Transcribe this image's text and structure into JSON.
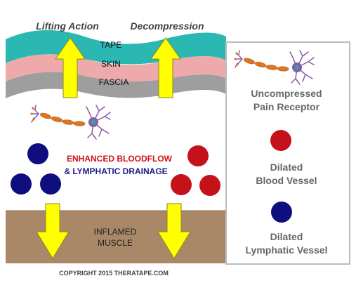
{
  "arrows": {
    "lifting_action": "Lifting Action",
    "decompression": "Decompression"
  },
  "layers": {
    "tape": "TAPE",
    "skin": "SKIN",
    "fascia": "FASCIA",
    "muscle_line1": "INFLAMED",
    "muscle_line2": "MUSCLE"
  },
  "center": {
    "line1": "ENHANCED BLOODFLOW",
    "line2": "& LYMPHATIC DRAINAGE"
  },
  "legend": {
    "receptor_line1": "Uncompressed",
    "receptor_line2": "Pain Receptor",
    "blood_line1": "Dilated",
    "blood_line2": "Blood Vessel",
    "lymph_line1": "Dilated",
    "lymph_line2": "Lymphatic Vessel"
  },
  "copyright": "COPYRIGHT 2015 THERATAPE.COM",
  "colors": {
    "tape": "#2bb7b2",
    "skin": "#eeaaaa",
    "fascia": "#9e9e9e",
    "muscle": "#a88866",
    "arrow": "#ffff00",
    "blood_vessel": "#c5111a",
    "lymph_vessel": "#0e0e7e",
    "red_text": "#d0121b",
    "blue_text": "#1b1b8a",
    "neuron_axon": "#e0761c",
    "neuron_body": "#8a5ca6"
  }
}
